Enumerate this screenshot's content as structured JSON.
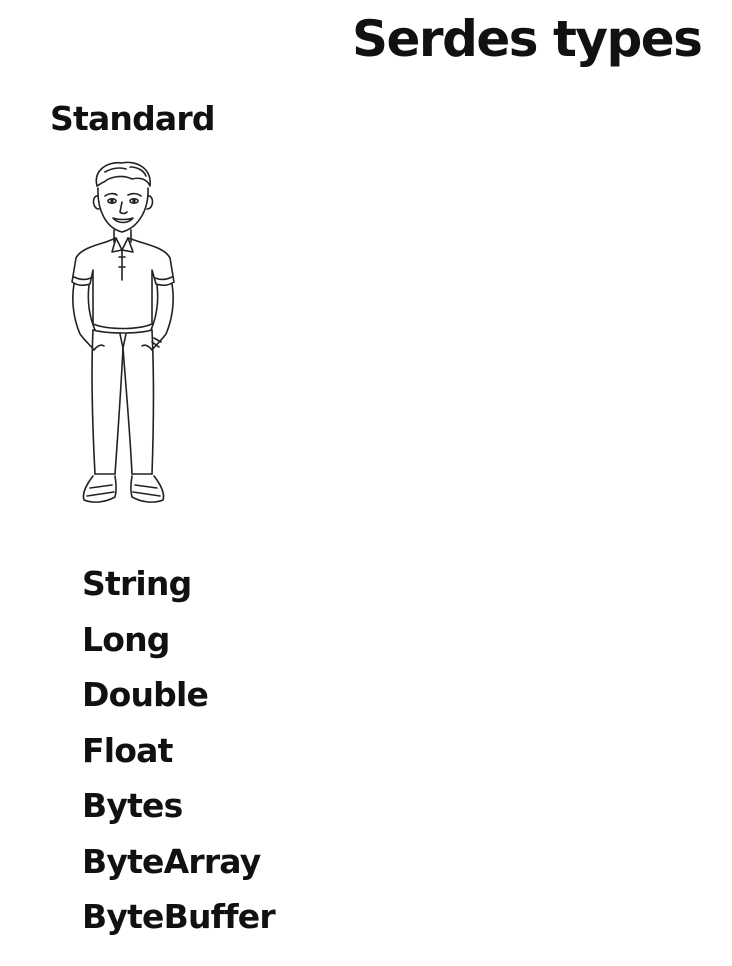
{
  "slide": {
    "title": "Serdes types",
    "column_heading": "Standard",
    "types": [
      "String",
      "Long",
      "Double",
      "Float",
      "Bytes",
      "ByteArray",
      "ByteBuffer"
    ]
  },
  "illustration": {
    "icon": "standing-person-icon",
    "stroke_color": "#222222"
  }
}
